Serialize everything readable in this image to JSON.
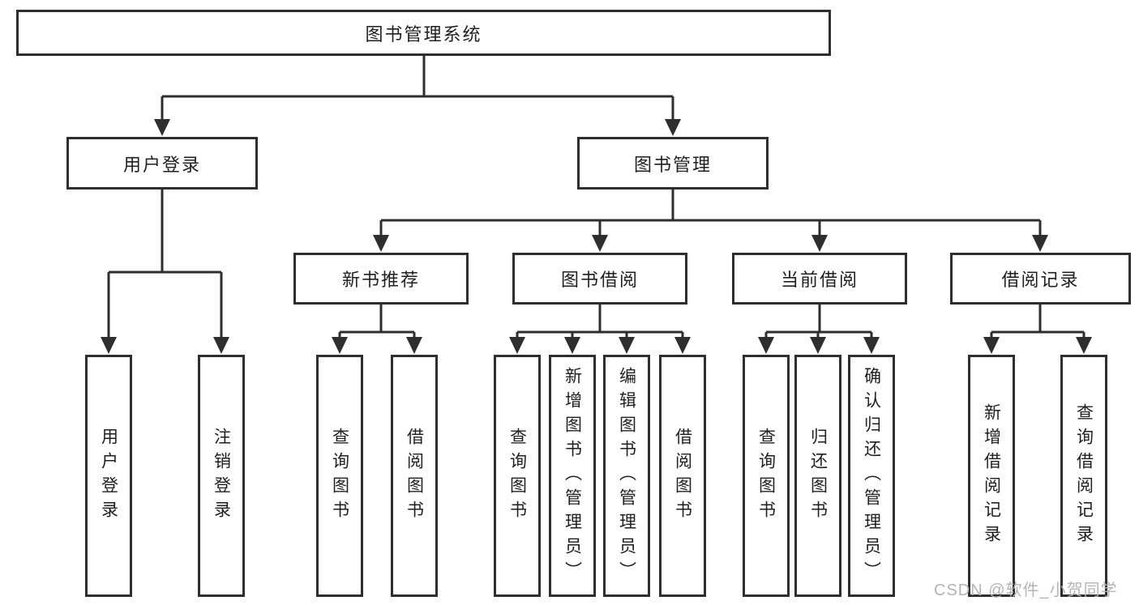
{
  "colors": {
    "line": "#2e2e2e",
    "text": "#1f1f1f",
    "watermark": "#b4b4b4",
    "background": "#ffffff"
  },
  "watermark": {
    "text": "CSDN @软件_小贺同学"
  },
  "tree": {
    "root": {
      "label": "图书管理系统"
    },
    "children": [
      {
        "label": "用户登录",
        "children": [
          {
            "label": "用户登录"
          },
          {
            "label": "注销登录"
          }
        ]
      },
      {
        "label": "图书管理",
        "children": [
          {
            "label": "新书推荐",
            "children": [
              {
                "label": "查询图书"
              },
              {
                "label": "借阅图书"
              }
            ]
          },
          {
            "label": "图书借阅",
            "children": [
              {
                "label": "查询图书"
              },
              {
                "label": "新增图书（管理员）"
              },
              {
                "label": "编辑图书（管理员）"
              },
              {
                "label": "借阅图书"
              }
            ]
          },
          {
            "label": "当前借阅",
            "children": [
              {
                "label": "查询图书"
              },
              {
                "label": "归还图书"
              },
              {
                "label": "确认归还（管理员）"
              }
            ]
          },
          {
            "label": "借阅记录",
            "children": [
              {
                "label": "新增借阅记录"
              },
              {
                "label": "查询借阅记录"
              }
            ]
          }
        ]
      }
    ]
  }
}
